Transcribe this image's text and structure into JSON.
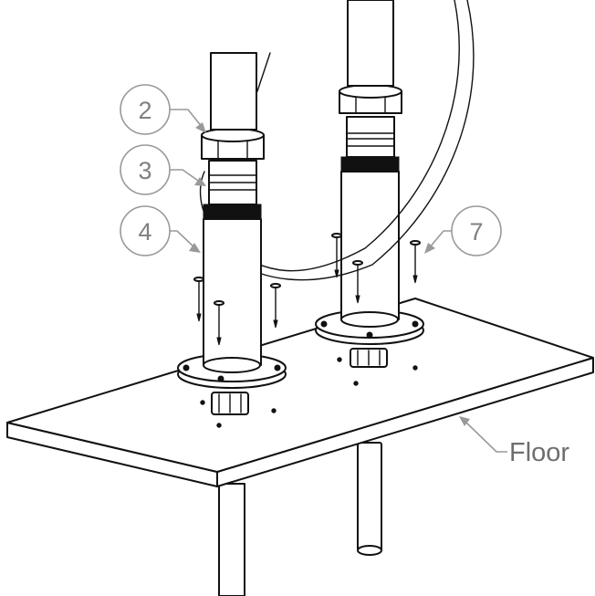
{
  "callouts": {
    "c2": "2",
    "c3": "3",
    "c4": "4",
    "c7": "7"
  },
  "labels": {
    "floor": "Floor"
  },
  "colors": {
    "line": "#111111",
    "callout": "#999999",
    "label_text": "#6e6e6e",
    "background": "#ffffff"
  }
}
